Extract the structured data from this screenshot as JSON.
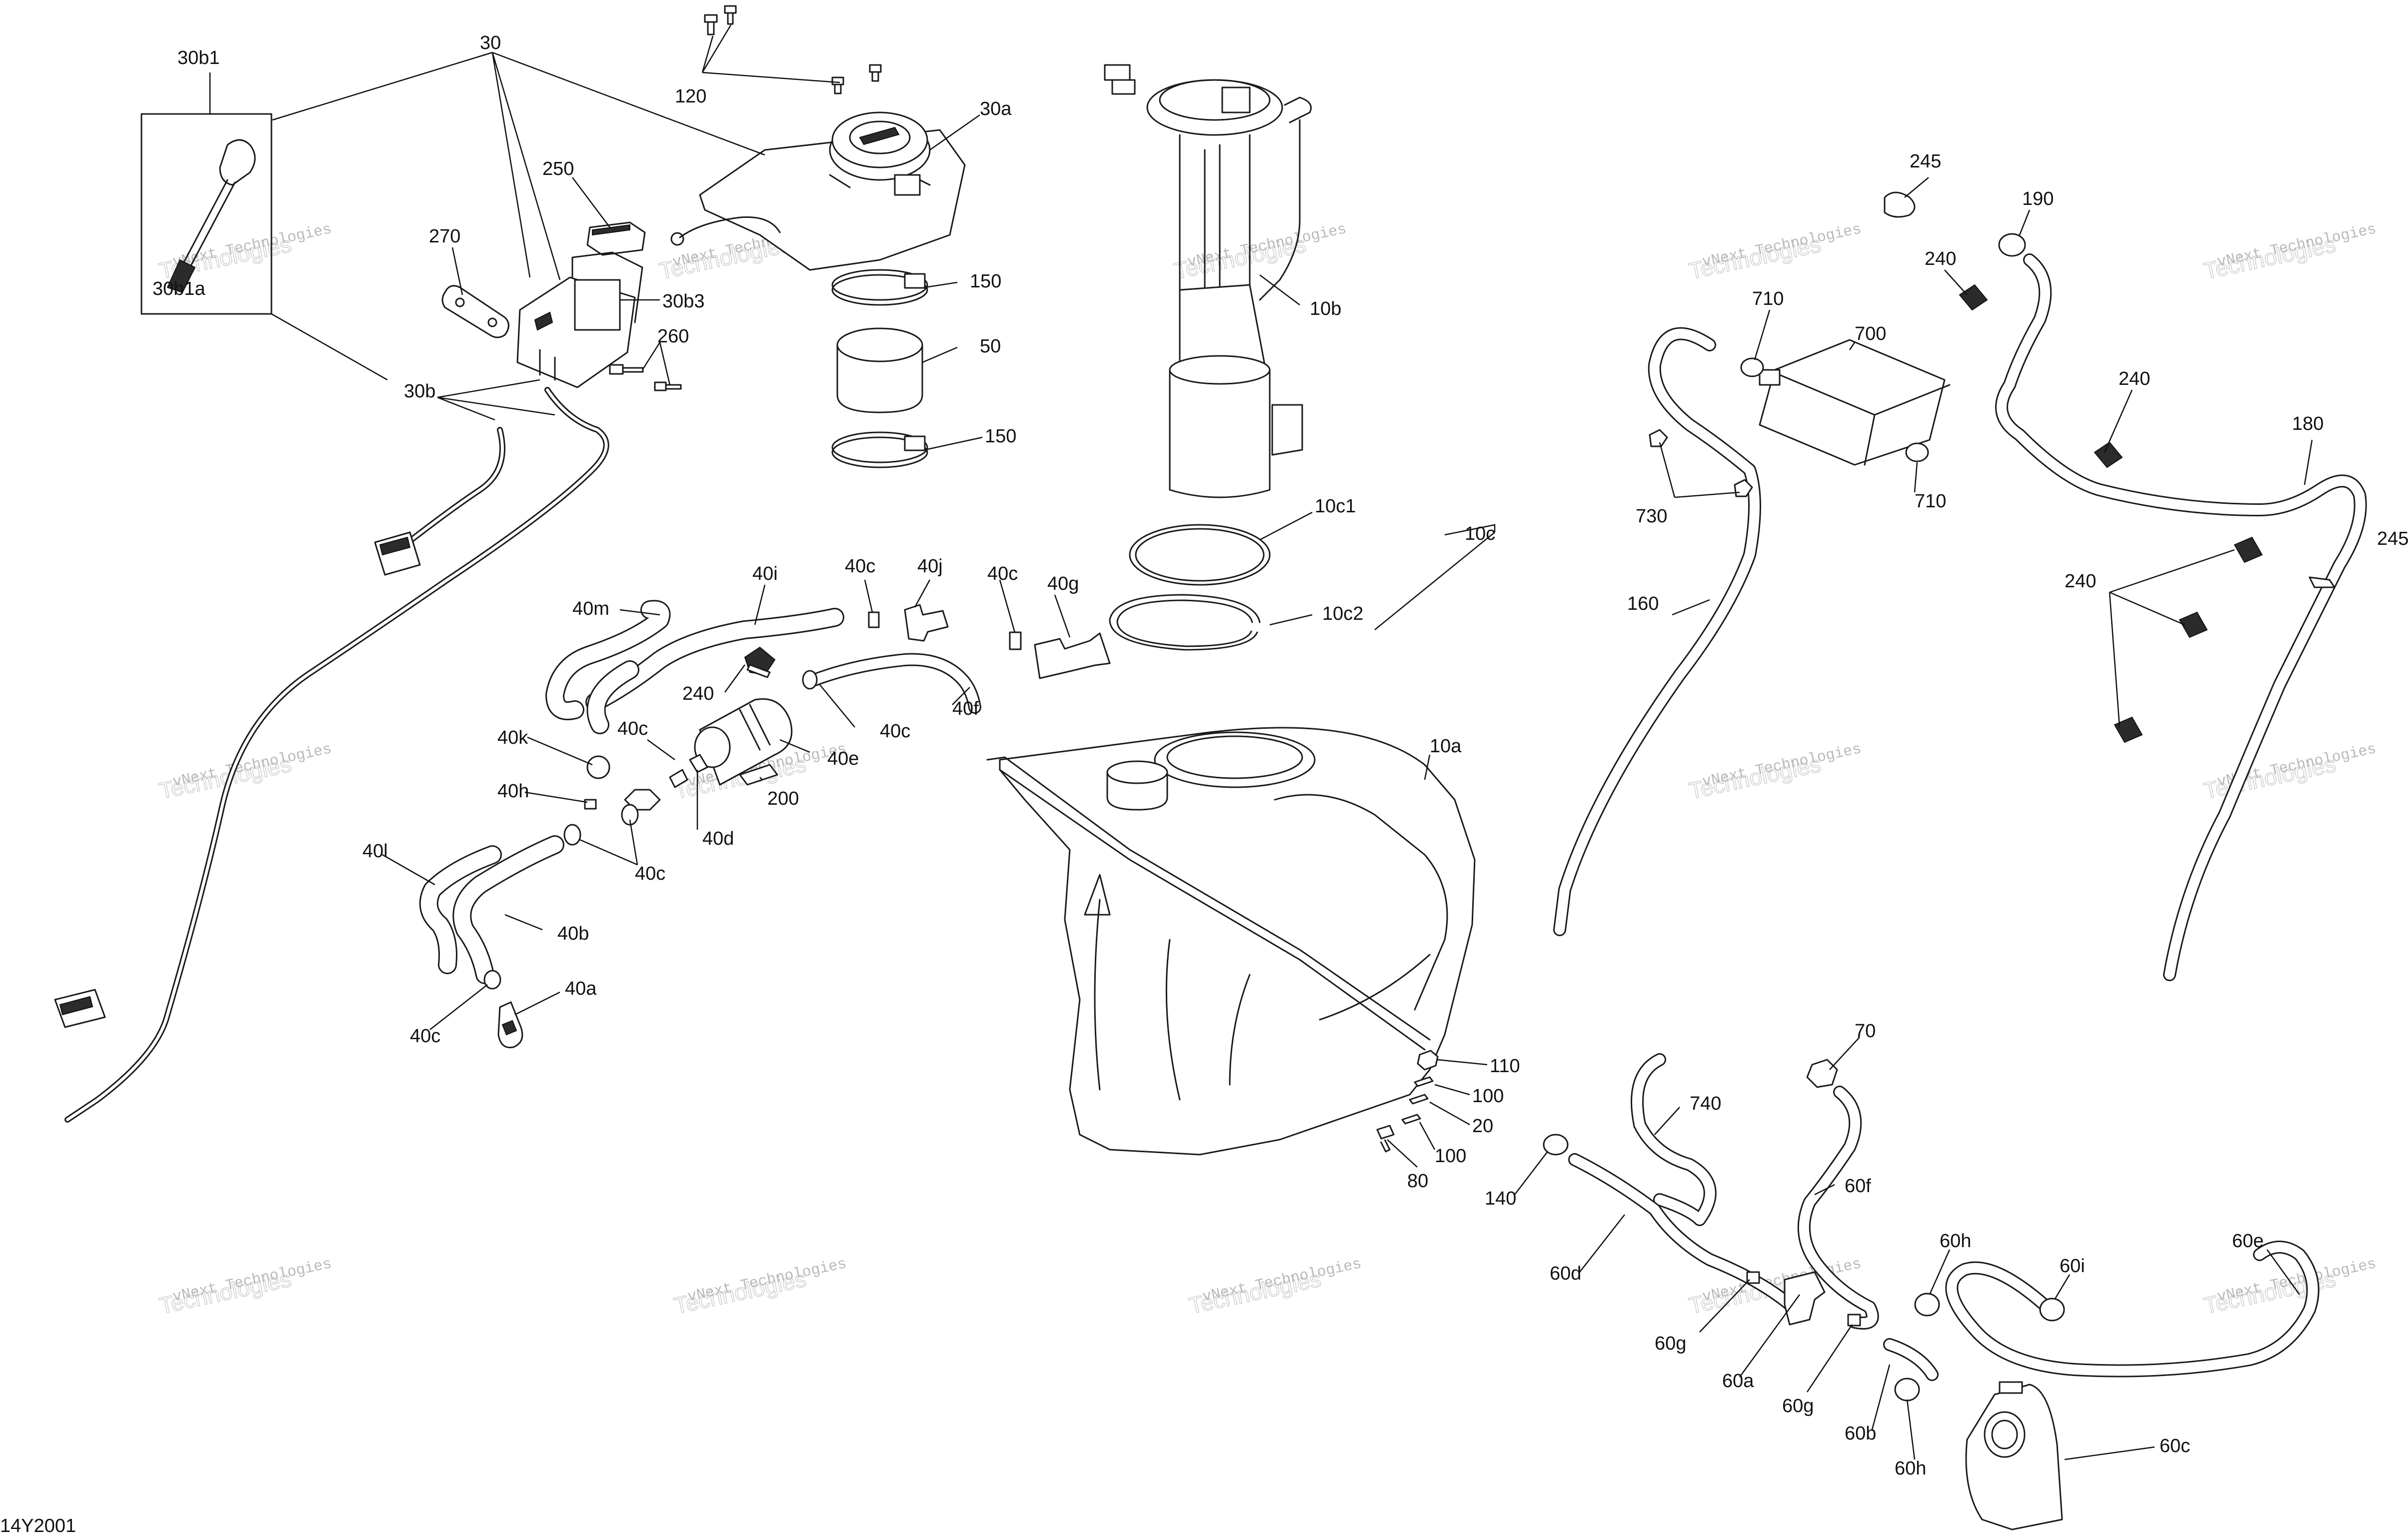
{
  "diagram_code": "14Y2001",
  "watermark": {
    "line1": "vNext Technologies",
    "line2": "Technologies"
  },
  "callouts": [
    {
      "id": "30b1",
      "text": "30b1"
    },
    {
      "id": "30",
      "text": "30"
    },
    {
      "id": "120",
      "text": "120"
    },
    {
      "id": "30a",
      "text": "30a"
    },
    {
      "id": "250",
      "text": "250"
    },
    {
      "id": "270",
      "text": "270"
    },
    {
      "id": "30b3",
      "text": "30b3"
    },
    {
      "id": "30b1a",
      "text": "30b1a"
    },
    {
      "id": "260",
      "text": "260"
    },
    {
      "id": "30b",
      "text": "30b"
    },
    {
      "id": "150a",
      "text": "150"
    },
    {
      "id": "50",
      "text": "50"
    },
    {
      "id": "150b",
      "text": "150"
    },
    {
      "id": "10b",
      "text": "10b"
    },
    {
      "id": "10c1",
      "text": "10c1"
    },
    {
      "id": "10c",
      "text": "10c"
    },
    {
      "id": "10c2",
      "text": "10c2"
    },
    {
      "id": "245a",
      "text": "245"
    },
    {
      "id": "190",
      "text": "190"
    },
    {
      "id": "240a",
      "text": "240"
    },
    {
      "id": "710a",
      "text": "710"
    },
    {
      "id": "700",
      "text": "700"
    },
    {
      "id": "240b",
      "text": "240"
    },
    {
      "id": "180",
      "text": "180"
    },
    {
      "id": "245b",
      "text": "245"
    },
    {
      "id": "710b",
      "text": "710"
    },
    {
      "id": "730",
      "text": "730"
    },
    {
      "id": "160",
      "text": "160"
    },
    {
      "id": "240c",
      "text": "240"
    },
    {
      "id": "40m",
      "text": "40m"
    },
    {
      "id": "40i",
      "text": "40i"
    },
    {
      "id": "40c1",
      "text": "40c"
    },
    {
      "id": "40j",
      "text": "40j"
    },
    {
      "id": "40c2",
      "text": "40c"
    },
    {
      "id": "40g",
      "text": "40g"
    },
    {
      "id": "240d",
      "text": "240"
    },
    {
      "id": "40f",
      "text": "40f"
    },
    {
      "id": "40c3",
      "text": "40c"
    },
    {
      "id": "40k",
      "text": "40k"
    },
    {
      "id": "40c4",
      "text": "40c"
    },
    {
      "id": "40e",
      "text": "40e"
    },
    {
      "id": "40h",
      "text": "40h"
    },
    {
      "id": "200",
      "text": "200"
    },
    {
      "id": "40d",
      "text": "40d"
    },
    {
      "id": "40l",
      "text": "40l"
    },
    {
      "id": "40c5",
      "text": "40c"
    },
    {
      "id": "40b",
      "text": "40b"
    },
    {
      "id": "40a",
      "text": "40a"
    },
    {
      "id": "40c6",
      "text": "40c"
    },
    {
      "id": "10a",
      "text": "10a"
    },
    {
      "id": "110",
      "text": "110"
    },
    {
      "id": "100a",
      "text": "100"
    },
    {
      "id": "20",
      "text": "20"
    },
    {
      "id": "100b",
      "text": "100"
    },
    {
      "id": "80",
      "text": "80"
    },
    {
      "id": "70",
      "text": "70"
    },
    {
      "id": "740",
      "text": "740"
    },
    {
      "id": "140",
      "text": "140"
    },
    {
      "id": "60f",
      "text": "60f"
    },
    {
      "id": "60d",
      "text": "60d"
    },
    {
      "id": "60h1",
      "text": "60h"
    },
    {
      "id": "60e",
      "text": "60e"
    },
    {
      "id": "60i",
      "text": "60i"
    },
    {
      "id": "60g1",
      "text": "60g"
    },
    {
      "id": "60a",
      "text": "60a"
    },
    {
      "id": "60g2",
      "text": "60g"
    },
    {
      "id": "60b",
      "text": "60b"
    },
    {
      "id": "60h2",
      "text": "60h"
    },
    {
      "id": "60c",
      "text": "60c"
    }
  ]
}
